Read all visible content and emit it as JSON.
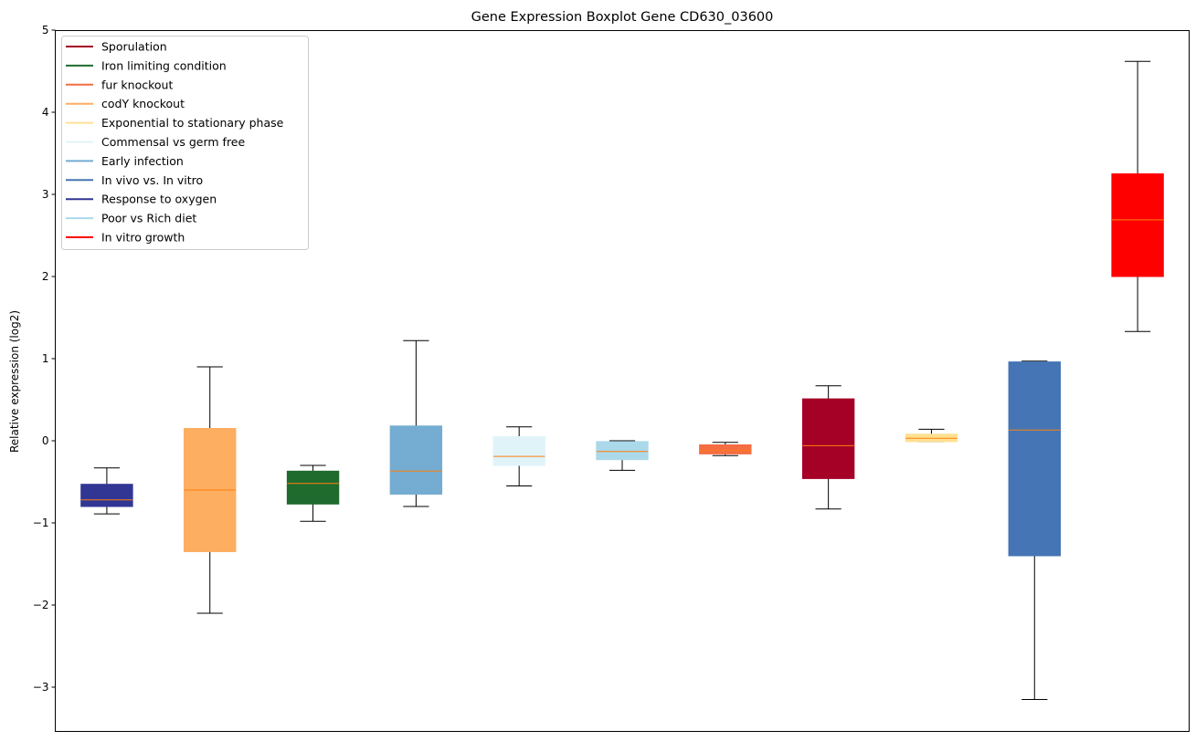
{
  "chart_data": {
    "type": "box",
    "title": "Gene Expression Boxplot Gene CD630_03600",
    "xlabel": "",
    "ylabel": "Relative expression (log2)",
    "ylim": [
      -3.55,
      5
    ],
    "yticks": [
      -3,
      -2,
      -1,
      0,
      1,
      2,
      3,
      4,
      5
    ],
    "ytick_labels": [
      "−3",
      "−2",
      "−1",
      "0",
      "1",
      "2",
      "3",
      "4",
      "5"
    ],
    "xticks_visible": false,
    "grid": false,
    "legend_placement": "top-left",
    "legend": [
      {
        "label": "Sporulation",
        "color": "#a50026"
      },
      {
        "label": "Iron limiting condition",
        "color": "#1f6b2e"
      },
      {
        "label": "fur knockout",
        "color": "#f46d43"
      },
      {
        "label": "codY knockout",
        "color": "#fdae61"
      },
      {
        "label": "Exponential to stationary phase",
        "color": "#fee090"
      },
      {
        "label": "Commensal vs germ free",
        "color": "#e0f3f8"
      },
      {
        "label": "Early infection",
        "color": "#74add1"
      },
      {
        "label": "In vivo vs. In vitro",
        "color": "#4575b4"
      },
      {
        "label": "Response to oxygen",
        "color": "#313695"
      },
      {
        "label": "Poor vs Rich diet",
        "color": "#abd9e9"
      },
      {
        "label": "In vitro growth",
        "color": "#ff0000"
      }
    ],
    "median_color": "#ff7f0e",
    "series": [
      {
        "name": "Response to oxygen",
        "color": "#313695",
        "whislo": -0.89,
        "q1": -0.8,
        "med": -0.72,
        "q3": -0.53,
        "whishi": -0.33
      },
      {
        "name": "codY knockout",
        "color": "#fdae61",
        "whislo": -2.1,
        "q1": -1.35,
        "med": -0.6,
        "q3": 0.15,
        "whishi": 0.9
      },
      {
        "name": "Iron limiting condition",
        "color": "#1f6b2e",
        "whislo": -0.98,
        "q1": -0.77,
        "med": -0.52,
        "q3": -0.37,
        "whishi": -0.3
      },
      {
        "name": "Early infection",
        "color": "#74add1",
        "whislo": -0.8,
        "q1": -0.65,
        "med": -0.37,
        "q3": 0.18,
        "whishi": 1.22
      },
      {
        "name": "Commensal vs germ free",
        "color": "#e0f3f8",
        "whislo": -0.55,
        "q1": -0.3,
        "med": -0.19,
        "q3": 0.05,
        "whishi": 0.17
      },
      {
        "name": "Poor vs Rich diet",
        "color": "#abd9e9",
        "whislo": -0.36,
        "q1": -0.23,
        "med": -0.13,
        "q3": -0.01,
        "whishi": 0.0
      },
      {
        "name": "fur knockout",
        "color": "#f46d43",
        "whislo": -0.18,
        "q1": -0.16,
        "med": -0.12,
        "q3": -0.05,
        "whishi": -0.02
      },
      {
        "name": "Sporulation",
        "color": "#a50026",
        "whislo": -0.83,
        "q1": -0.46,
        "med": -0.06,
        "q3": 0.51,
        "whishi": 0.67
      },
      {
        "name": "Exponential to stationary phase",
        "color": "#fee090",
        "whislo": -0.01,
        "q1": -0.01,
        "med": 0.03,
        "q3": 0.08,
        "whishi": 0.14
      },
      {
        "name": "In vivo vs. In vitro",
        "color": "#4575b4",
        "whislo": -3.15,
        "q1": -1.4,
        "med": 0.13,
        "q3": 0.96,
        "whishi": 0.97
      },
      {
        "name": "In vitro growth",
        "color": "#ff0000",
        "whislo": 1.33,
        "q1": 2.0,
        "med": 2.69,
        "q3": 3.25,
        "whishi": 4.62
      }
    ]
  }
}
